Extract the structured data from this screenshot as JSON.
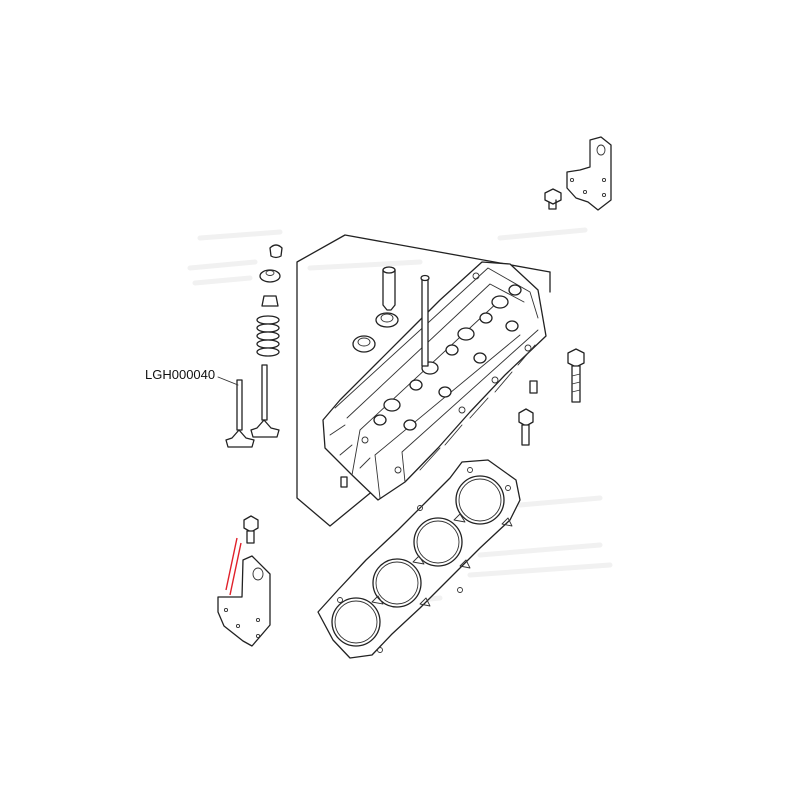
{
  "diagram": {
    "callouts": [
      {
        "part_number": "LGH000040"
      }
    ],
    "colors": {
      "line": "#222222",
      "highlight": "#e0202a"
    },
    "parts": [
      "cylinder-head",
      "head-gasket",
      "lifting-bracket-front",
      "lifting-bracket-rear",
      "valve-spring",
      "valve-collets",
      "valve-spring-cap",
      "valve-guide",
      "valve-stem-seal",
      "inlet-valve",
      "exhaust-valve",
      "head-bolt-long",
      "head-bolt-short",
      "dowel",
      "bracket-bolt"
    ]
  }
}
